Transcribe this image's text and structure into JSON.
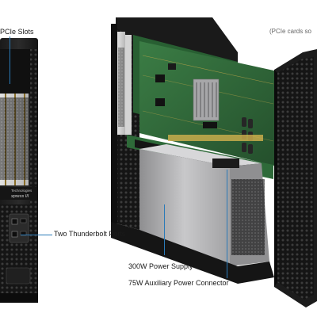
{
  "callouts": {
    "pcie_slots": "PCIe Slots",
    "thunderbolt_ports": "Two Thunderbolt Ports",
    "power_supply": "300W Power Supply",
    "aux_power": "75W Auxiliary Power Connector",
    "pcie_note": "(PCIe cards so"
  },
  "bezel": {
    "brand": "Technologies",
    "model": "xpress III"
  },
  "colors": {
    "leader_line": "#2a7ab8",
    "chassis": "#1c1c1c",
    "pcb": "#2f6b3a",
    "psu": "#b9b9bb"
  }
}
